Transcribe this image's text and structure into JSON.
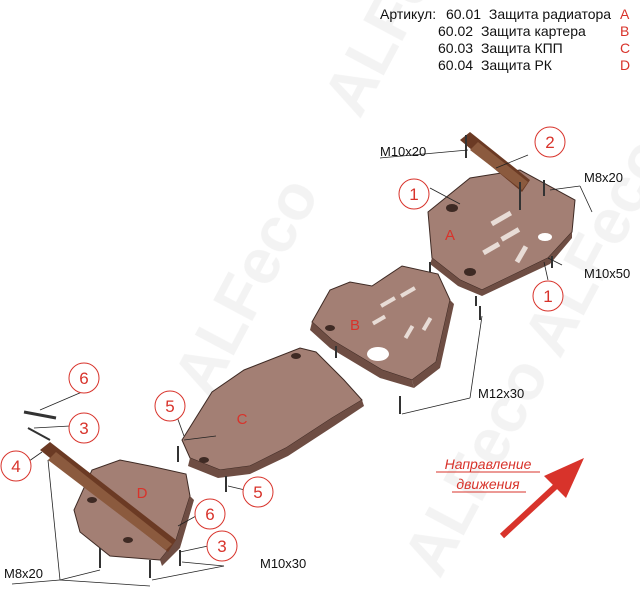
{
  "header": {
    "article_label": "Артикул:",
    "items": [
      {
        "code": "60.01",
        "name": "Защита радиатора",
        "letter": "A"
      },
      {
        "code": "60.02",
        "name": "Защита картера",
        "letter": "B"
      },
      {
        "code": "60.03",
        "name": "Защита КПП",
        "letter": "C"
      },
      {
        "code": "60.04",
        "name": "Защита РК",
        "letter": "D"
      }
    ]
  },
  "watermark": {
    "text": "ALFeco"
  },
  "direction": {
    "line1": "Направление",
    "line2": "движения"
  },
  "colors": {
    "accent": "#d8332b",
    "plate_fill": "#a37f74",
    "plate_dark": "#6e4d43",
    "bracket": "#6b3a24"
  },
  "parts": [
    {
      "letter": "A"
    },
    {
      "letter": "B"
    },
    {
      "letter": "C"
    },
    {
      "letter": "D"
    }
  ],
  "callouts": [
    {
      "num": "1"
    },
    {
      "num": "2"
    },
    {
      "num": "1"
    },
    {
      "num": "5"
    },
    {
      "num": "5"
    },
    {
      "num": "6"
    },
    {
      "num": "3"
    },
    {
      "num": "4"
    },
    {
      "num": "6"
    },
    {
      "num": "3"
    }
  ],
  "hardware": [
    {
      "label": "M10x20"
    },
    {
      "label": "M8x20"
    },
    {
      "label": "M10x50"
    },
    {
      "label": "M12x30"
    },
    {
      "label": "M10x30"
    },
    {
      "label": "M8x20"
    }
  ]
}
